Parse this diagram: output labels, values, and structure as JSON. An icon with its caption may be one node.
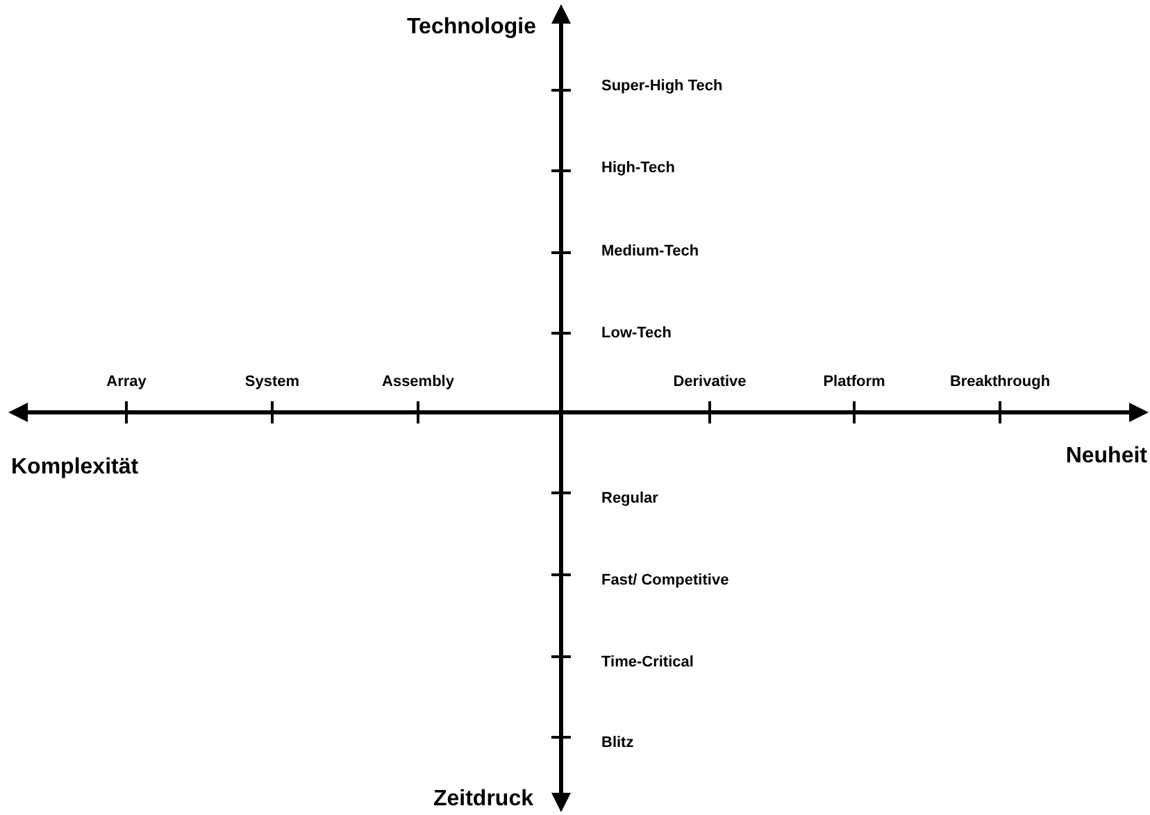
{
  "diagram": {
    "labels": [
      "Technologie",
      "Super-High Tech",
      "High-Tech",
      "Medium-Tech",
      "Low-Tech",
      "Array",
      "System",
      "Assembly",
      "Derivative",
      "Platform",
      "Breakthrough",
      "Neuheit",
      "Komplexität",
      "Regular",
      "Fast/ Competitive",
      "Time-Critical",
      "Blitz",
      "Zeitdruck"
    ]
  }
}
